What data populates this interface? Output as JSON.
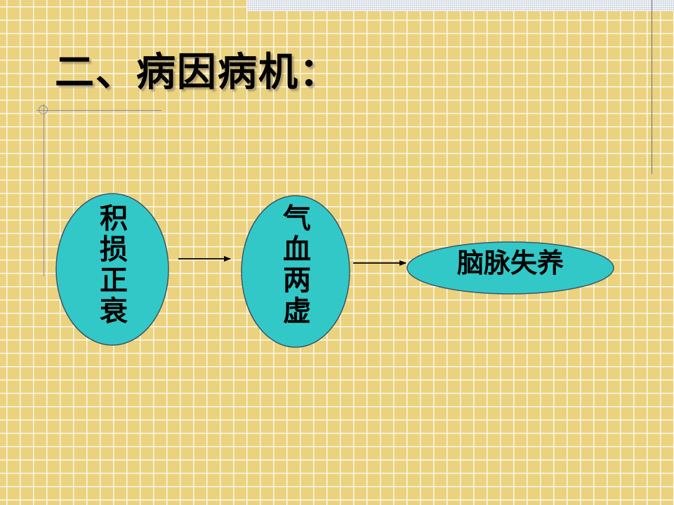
{
  "title": "二、病因病机：",
  "nodes": [
    {
      "id": "node1",
      "label": "积损正衰"
    },
    {
      "id": "node2",
      "label": "气血两虚"
    },
    {
      "id": "node3",
      "label": "脑脉失养"
    }
  ],
  "edges": [
    {
      "from": "node1",
      "to": "node2"
    },
    {
      "from": "node2",
      "to": "node3"
    }
  ],
  "colors": {
    "node_fill": "#33c8c8",
    "node_stroke": "#3a5868",
    "arrow": "#000000"
  }
}
